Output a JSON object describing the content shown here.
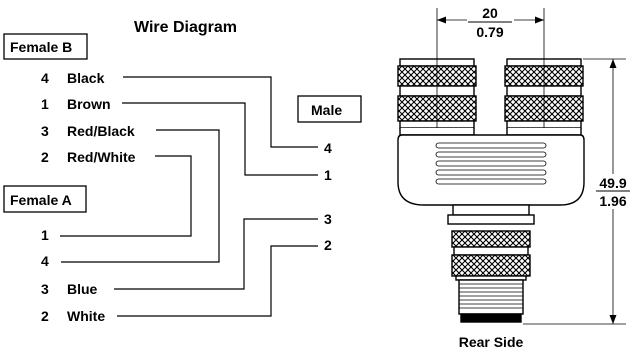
{
  "title": "Wire Diagram",
  "female_b": {
    "label": "Female B",
    "pins": [
      {
        "num": "4",
        "color": "Black"
      },
      {
        "num": "1",
        "color": "Brown"
      },
      {
        "num": "3",
        "color": "Red/Black"
      },
      {
        "num": "2",
        "color": "Red/White"
      }
    ]
  },
  "female_a": {
    "label": "Female A",
    "pins": [
      {
        "num": "1",
        "color": ""
      },
      {
        "num": "4",
        "color": ""
      },
      {
        "num": "3",
        "color": "Blue"
      },
      {
        "num": "2",
        "color": "White"
      }
    ]
  },
  "male": {
    "label": "Male",
    "pins": [
      "4",
      "1",
      "3",
      "2"
    ]
  },
  "dimensions": {
    "width_mm": "20",
    "width_in": "0.79",
    "height_mm": "49.9",
    "height_in": "1.96"
  },
  "caption": "Rear Side"
}
